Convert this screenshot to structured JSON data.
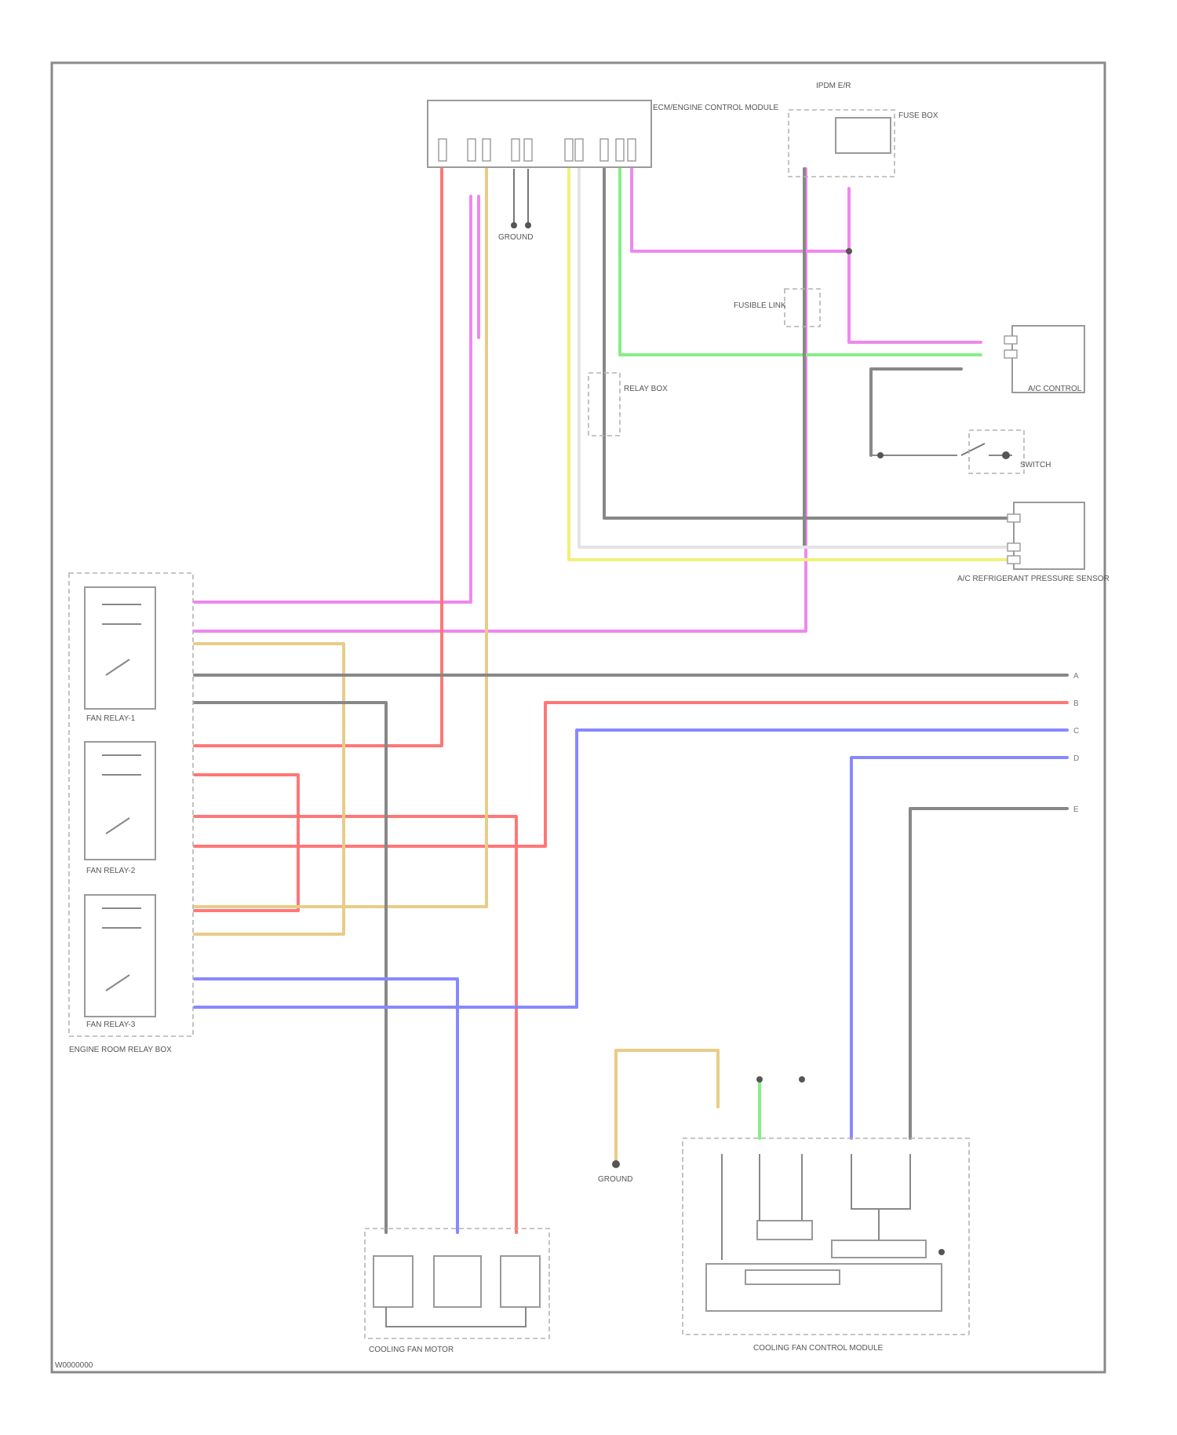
{
  "diagram": {
    "background": "#ffffff",
    "wire_colors": {
      "pink": "#ee88ee",
      "red": "#ff7777",
      "tan": "#e8cc88",
      "yellow": "#f2f07a",
      "green": "#88ee88",
      "gray": "#888888",
      "white": "#e4e4e4",
      "blue": "#8888ff"
    },
    "components": [
      {
        "id": "multi-ecu",
        "label": "ECM/ENGINE CONTROL MODULE"
      },
      {
        "id": "ipdm",
        "label": "IPDM E/R"
      },
      {
        "id": "fuse-box",
        "label": "FUSE BOX"
      },
      {
        "id": "relay-block",
        "label": "RELAY BOX"
      },
      {
        "id": "ground-top",
        "label": "GROUND"
      },
      {
        "id": "fusible-link",
        "label": "FUSIBLE LINK"
      },
      {
        "id": "ac-control",
        "label": "A/C CONTROL"
      },
      {
        "id": "sw-unit",
        "label": "SWITCH"
      },
      {
        "id": "ac-sensor",
        "label": "A/C REFRIGERANT PRESSURE SENSOR"
      },
      {
        "id": "cooling-fan-motor",
        "label": "COOLING FAN MOTOR"
      },
      {
        "id": "ground-bottom",
        "label": "GROUND"
      },
      {
        "id": "fan-control-module",
        "label": "COOLING FAN CONTROL MODULE"
      }
    ],
    "relays": [
      {
        "id": "relay-1",
        "label": "FAN RELAY-1"
      },
      {
        "id": "relay-2",
        "label": "FAN RELAY-2"
      },
      {
        "id": "relay-3",
        "label": "FAN RELAY-3"
      }
    ],
    "relay_block_label": "ENGINE ROOM RELAY BOX",
    "ground_label": "GROUND",
    "offpage_refs": [
      "A",
      "B",
      "C",
      "D",
      "E"
    ],
    "footer_code": "W0000000"
  }
}
